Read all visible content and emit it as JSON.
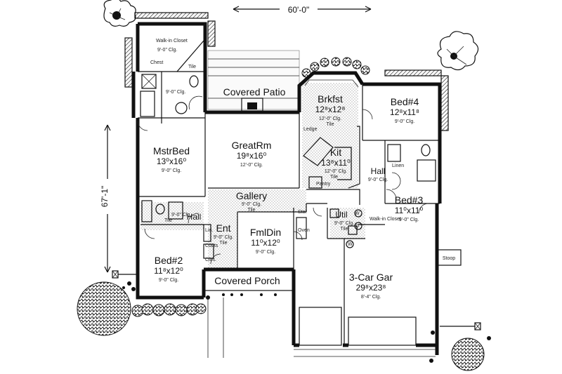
{
  "dimensions": {
    "width": "60'-0\"",
    "depth": "67'-1\""
  },
  "rooms": {
    "walk_in_closet": {
      "name": "Walk-in Closet",
      "ceiling": "9'-0\" Clg."
    },
    "chest": "Chest",
    "tile_master": "Tile",
    "master_ceiling": "9'-0\" Clg.",
    "covered_patio": "Covered Patio",
    "brkfst": {
      "name": "Brkfst",
      "size": "12⁸x12⁸",
      "ceiling": "12'-0\" Clg.",
      "tile": "Tile"
    },
    "bed4": {
      "name": "Bed#4",
      "size": "12⁸x11⁸",
      "ceiling": "9'-0\" Clg."
    },
    "great_rm": {
      "name": "GreatRm",
      "size": "19⁸x16⁰",
      "ceiling": "12'-0\" Clg."
    },
    "mstr_bed": {
      "name": "MstrBed",
      "size": "13⁰x16⁰",
      "ceiling": "9'-0\" Clg."
    },
    "kit": {
      "name": "Kit",
      "size": "13⁸x11⁰",
      "ceiling": "12'-0\" Clg.",
      "tile": "Tile",
      "ledge": "Ledge",
      "pantry": "Pantry"
    },
    "linen": "Linen",
    "hall_right": {
      "name": "Hall",
      "ceiling": "9'-0\" Clg."
    },
    "gallery": {
      "name": "Gallery",
      "ceiling": "9'-0\" Clg.",
      "tile": "Tile"
    },
    "bed3": {
      "name": "Bed#3",
      "size": "11⁰x11⁰",
      "ceiling": "9'-0\" Clg."
    },
    "hall_left": {
      "name": "Hall",
      "ceiling": "9'-0\" Clg.",
      "tile": "Tile"
    },
    "ent": {
      "name": "Ent",
      "ceiling": "9'-0\" Clg.",
      "tile": "Tile"
    },
    "fmldin": {
      "name": "FmlDin",
      "size": "11⁰x12⁰",
      "ceiling": "9'-0\" Clg."
    },
    "util": {
      "name": "Util",
      "ceiling": "9'-0\" Clg.",
      "tile": "Tile"
    },
    "stor": "Stor",
    "walk_in_closet2": "Walk-in Closet",
    "linen_left": "Lin.",
    "coats": "Coats",
    "clos": "Clos.",
    "bed2": {
      "name": "Bed#2",
      "size": "11⁸x12⁰",
      "ceiling": "9'-0\" Clg."
    },
    "covered_porch": "Covered Porch",
    "garage": {
      "name": "3-Car Gar",
      "size": "29⁸x23⁸",
      "ceiling": "8'-4\" Clg."
    },
    "stoop": "Stoop",
    "washer": "W",
    "dryer": "D",
    "oven": "Oven"
  }
}
